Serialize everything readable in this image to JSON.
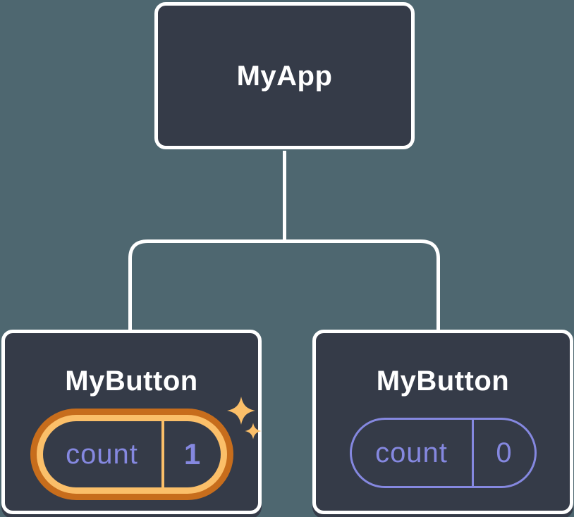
{
  "diagram": {
    "root": {
      "label": "MyApp"
    },
    "children": [
      {
        "label": "MyButton",
        "state": {
          "key": "count",
          "value": "1"
        },
        "highlighted": true
      },
      {
        "label": "MyButton",
        "state": {
          "key": "count",
          "value": "0"
        },
        "highlighted": false
      }
    ]
  },
  "colors": {
    "background": "#4E6770",
    "node_fill": "#353B48",
    "node_border": "#FFFFFF",
    "connector": "#FFFFFF",
    "state_purple": "#8588E0",
    "highlight_orange_light": "#FBBF69",
    "highlight_orange_dark": "#C76D1C"
  }
}
